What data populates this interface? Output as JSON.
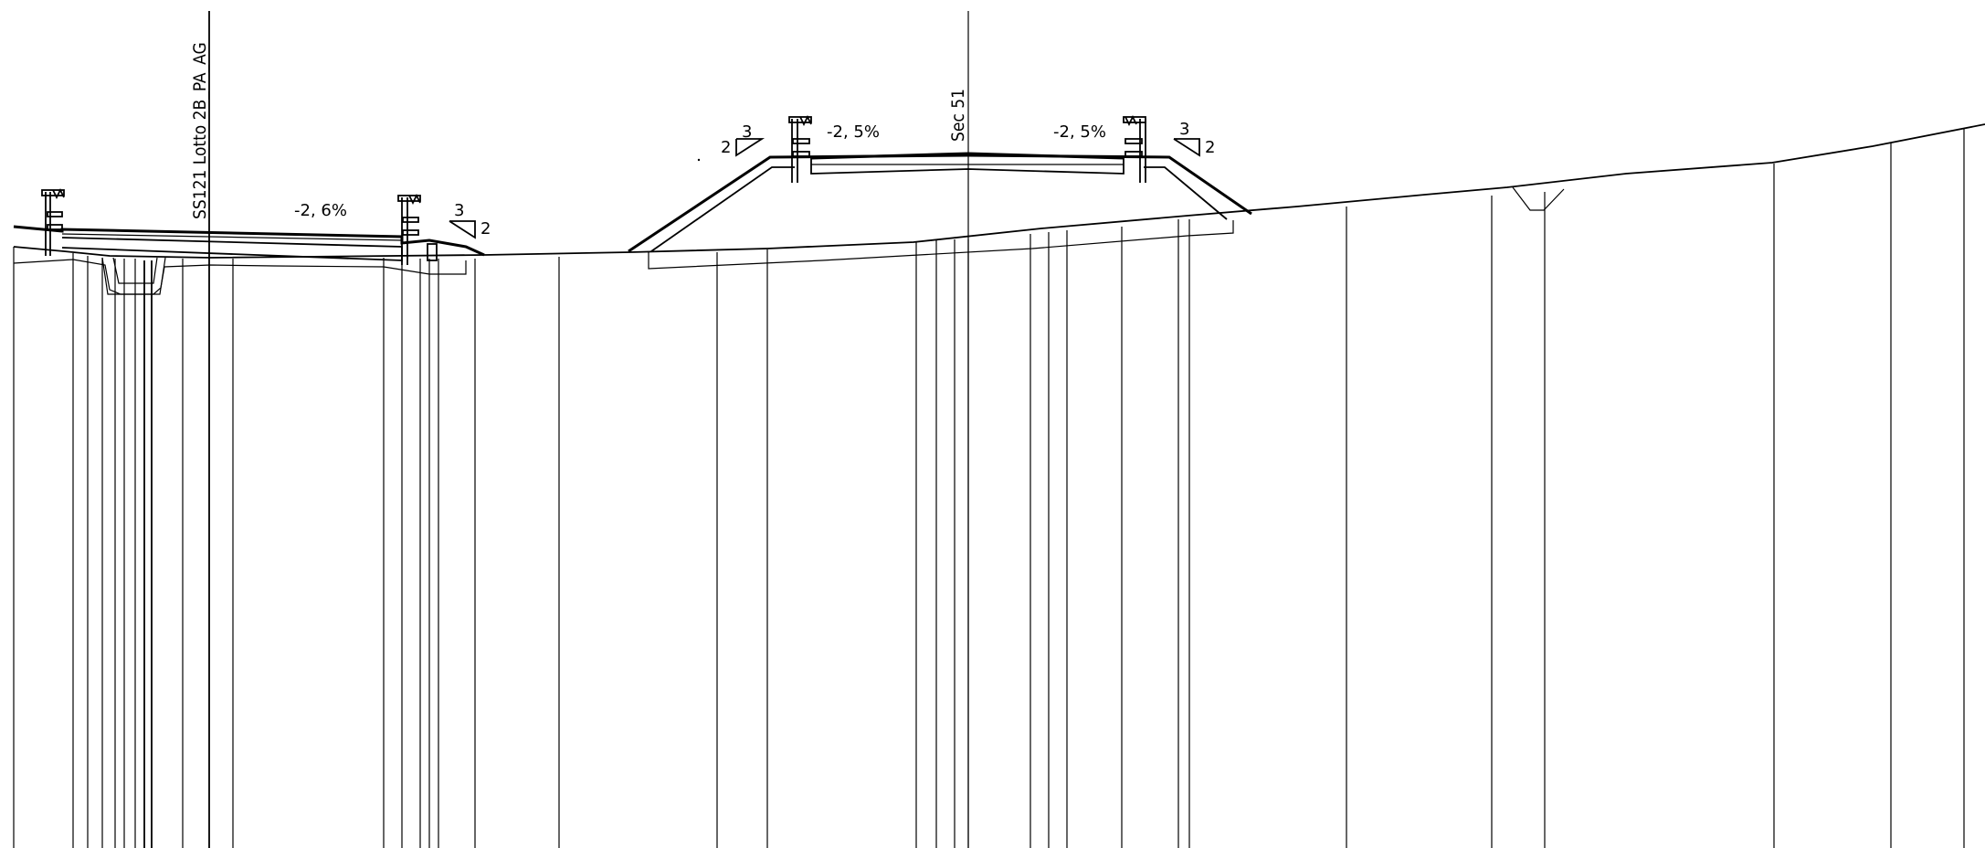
{
  "section": {
    "alignment_label": "SS121 Lotto 2B_PA_AG",
    "section_label": "Sec 51"
  },
  "left_road": {
    "crossfall": "-2, 6%",
    "slope_ratio": {
      "run": "3",
      "rise": "2"
    }
  },
  "main_road": {
    "crossfall_left": "-2, 5%",
    "crossfall_right": "-2, 5%",
    "slope_left": {
      "run": "3",
      "rise": "2"
    },
    "slope_right": {
      "run": "3",
      "rise": "2"
    }
  }
}
